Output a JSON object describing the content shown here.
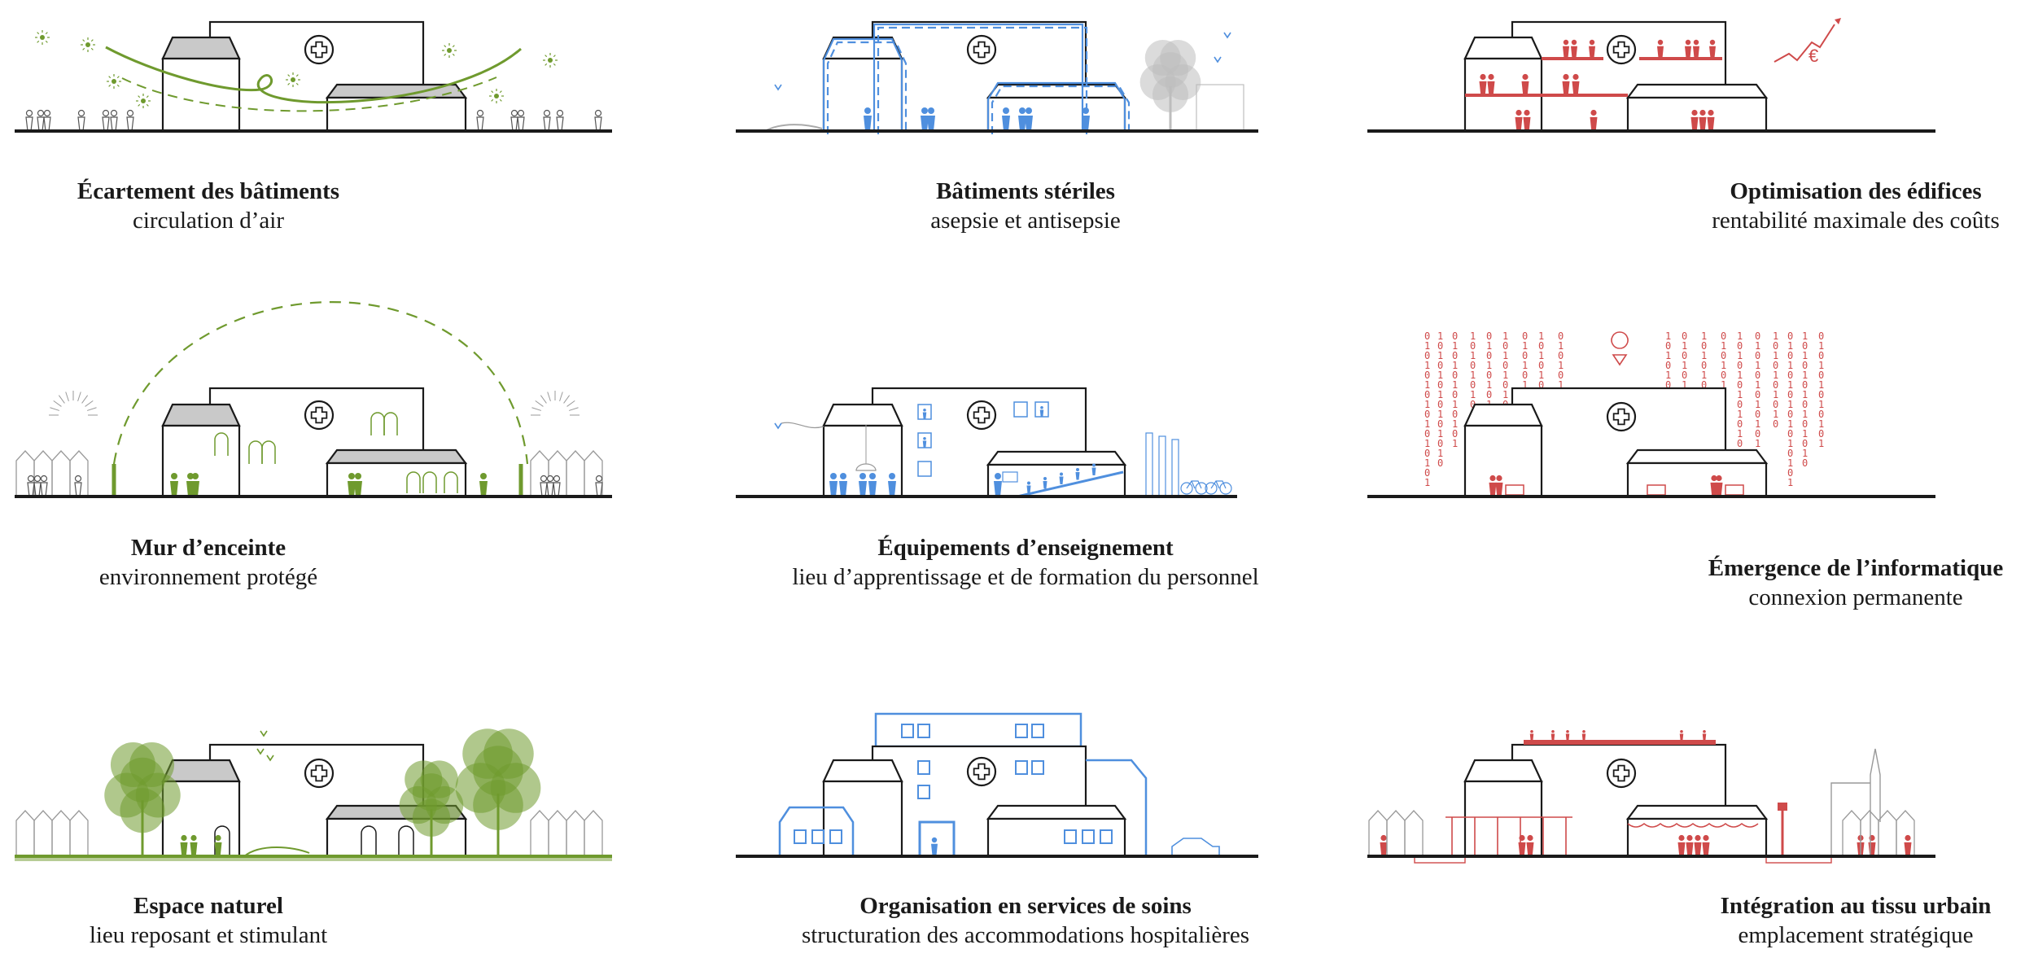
{
  "colors": {
    "ink": "#1a1a1a",
    "green": "#6f9a2e",
    "blue": "#4f8fde",
    "red": "#cf4a4a",
    "roof": "#c9c9c9"
  },
  "panels": [
    {
      "id": "spacing",
      "title": "Écartement des bâtiments",
      "subtitle": "circulation d’air",
      "color": "green"
    },
    {
      "id": "sterile",
      "title": "Bâtiments stériles",
      "subtitle": "asepsie et antisepsie",
      "color": "blue"
    },
    {
      "id": "optim",
      "title": "Optimisation des édifices",
      "subtitle": "rentabilité maximale des coûts",
      "color": "red",
      "currency_glyph": "€"
    },
    {
      "id": "wall",
      "title": "Mur d’enceinte",
      "subtitle": "environnement protégé",
      "color": "green"
    },
    {
      "id": "teaching",
      "title": "Équipements d’enseignement",
      "subtitle": "lieu d’apprentissage et de formation du personnel",
      "color": "blue"
    },
    {
      "id": "it",
      "title": "Émergence de l’informatique",
      "subtitle": "connexion permanente",
      "color": "red",
      "binary_glyphs": "0 1"
    },
    {
      "id": "nature",
      "title": "Espace naturel",
      "subtitle": "lieu reposant et stimulant",
      "color": "green"
    },
    {
      "id": "services",
      "title": "Organisation en services de soins",
      "subtitle": "structuration des accommodations hospitalières",
      "color": "blue"
    },
    {
      "id": "urban",
      "title": "Intégration au tissu urbain",
      "subtitle": "emplacement stratégique",
      "color": "red"
    }
  ],
  "icons": [
    "medical-cross-icon",
    "person-icon",
    "tree-icon",
    "bicycle-icon",
    "car-icon",
    "location-pin-icon",
    "euro-icon",
    "bird-icon",
    "church-icon"
  ]
}
